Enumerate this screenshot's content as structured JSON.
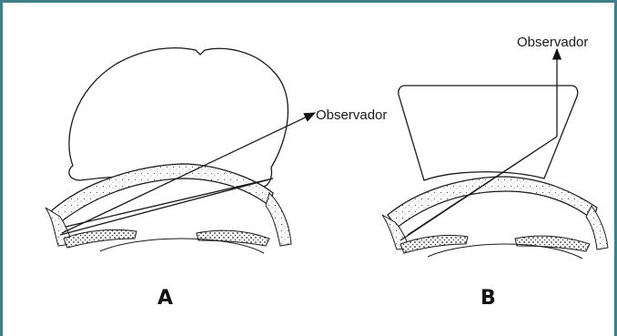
{
  "figure": {
    "accent_color": "#3f7e8a",
    "panels": [
      {
        "id": "A",
        "label": "A",
        "observer_label": "Observador",
        "lens_type": "domed-gonioscopy-lens"
      },
      {
        "id": "B",
        "label": "B",
        "observer_label": "Observador",
        "lens_type": "mirrored-gonioscopy-lens"
      }
    ]
  }
}
